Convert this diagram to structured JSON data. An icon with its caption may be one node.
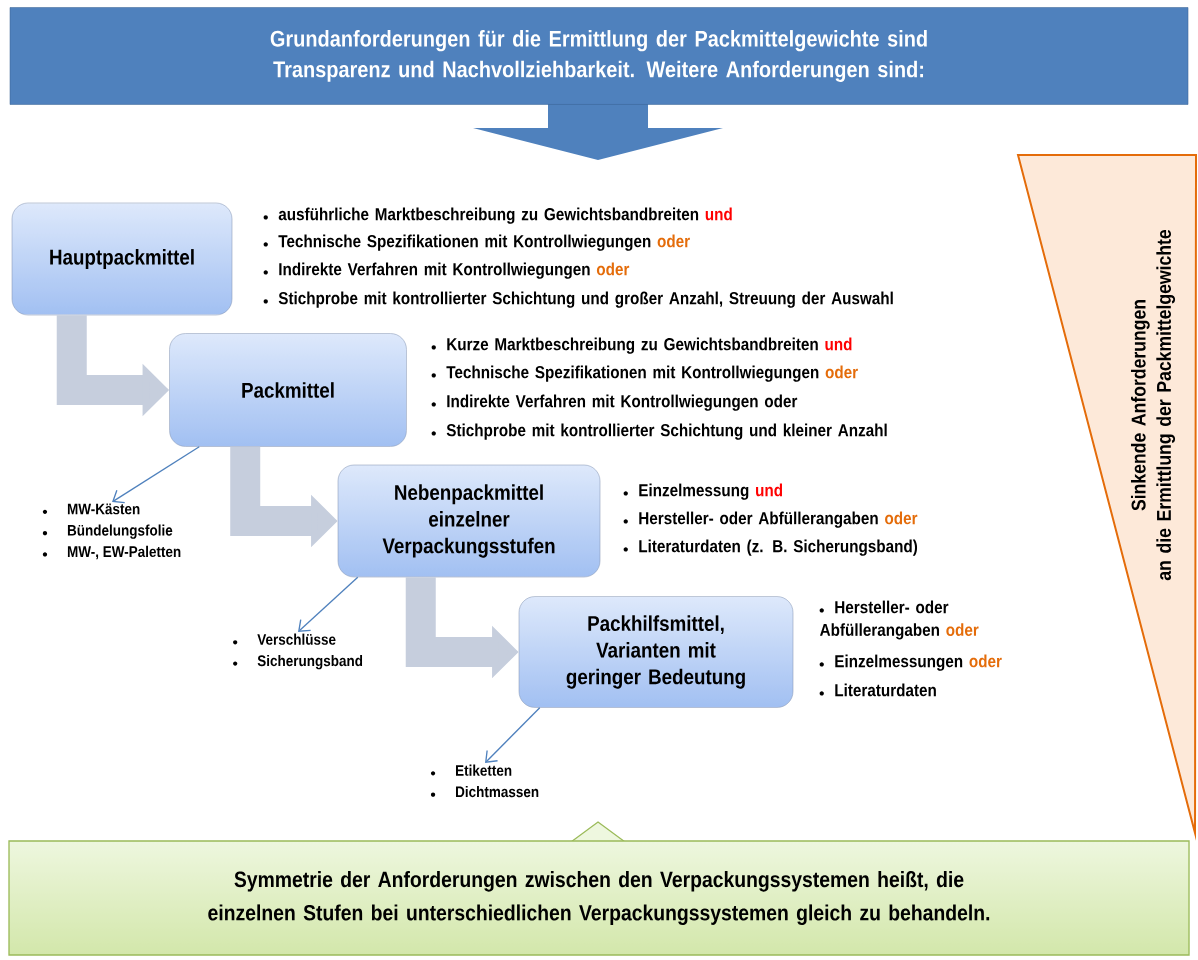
{
  "diagram": {
    "nodes": [
      {
        "text": [
          "Grundanforderungen für die Ermittlung der Packmittelgewichte sind Transparenz und Nachvollziehbarkeit. Weitere Anforderungen sind:"
        ]
      },
      {
        "text": [
          "Hauptpackmittel"
        ],
        "beside": [
          "ausführliche Marktbeschreibung zu Gewichtsbandbreiten",
          "und",
          "Technische Spezifikationen mit Kontrollwiegungen",
          "oder",
          "Indirekte Verfahren mit Kontrollwiegungen",
          "oder",
          "Stichprobe mit kontrollierter Schichtung und großer Anzahl, Streuung der Auswahl"
        ]
      },
      {
        "text": [
          "Packmittel"
        ],
        "beside": [
          "Kurze Marktbeschreibung zu Gewichtsbandbreiten",
          "und",
          "Technische Spezifikationen mit Kontrollwiegungen",
          "oder",
          "Indirekte Verfahren mit Kontrollwiegungen oder",
          "Stichprobe mit kontrollierter Schichtung und kleiner Anzahl"
        ]
      },
      {
        "text": [
          "Nebenpackmittel einzelner Verpackungsstufen"
        ],
        "beside": [
          "Einzelmessung",
          "und",
          "Hersteller- oder Abfüllerangaben",
          "oder",
          "Literaturdaten (z. B. Sicherungsband)"
        ]
      },
      {
        "text": [
          "Packhilfsmittel, Varianten mit geringer Bedeutung"
        ],
        "beside": [
          "Hersteller- oder Abfüllerangaben",
          "oder",
          "Einzelmessungen",
          "oder",
          "Literaturdaten"
        ]
      },
      {
        "text": [
          "MW-Kästen",
          "Bündelungsfolie",
          "MW-, EW-Paletten"
        ]
      },
      {
        "text": [
          "Verschlüsse",
          "Sicherungsband"
        ]
      },
      {
        "text": [
          "Etiketten",
          "Dichtmassen"
        ]
      },
      {
        "text": [
          "Sinkende Anforderungen an die Ermittlung der Packmittelgewichte"
        ]
      },
      {
        "text": [
          "Symmetrie der Anforderungen zwischen den Verpackungssystemen heißt, die einzelnen Stufen bei unterschiedlichen Verpackungssystemen gleich zu behandeln."
        ]
      }
    ],
    "edges": [
      {
        "from": 1,
        "to": 2,
        "arrow": "to",
        "style": "thick"
      },
      {
        "from": 2,
        "to": 3,
        "arrow": "to",
        "style": "thick"
      },
      {
        "from": 3,
        "to": 4,
        "arrow": "to",
        "style": "thick"
      },
      {
        "from": 2,
        "to": 5,
        "arrow": "to",
        "color": "#4f81bd"
      },
      {
        "from": 3,
        "to": 6,
        "arrow": "to",
        "color": "#4f81bd"
      },
      {
        "from": 4,
        "to": 7,
        "arrow": "to",
        "color": "#4f81bd"
      }
    ]
  }
}
